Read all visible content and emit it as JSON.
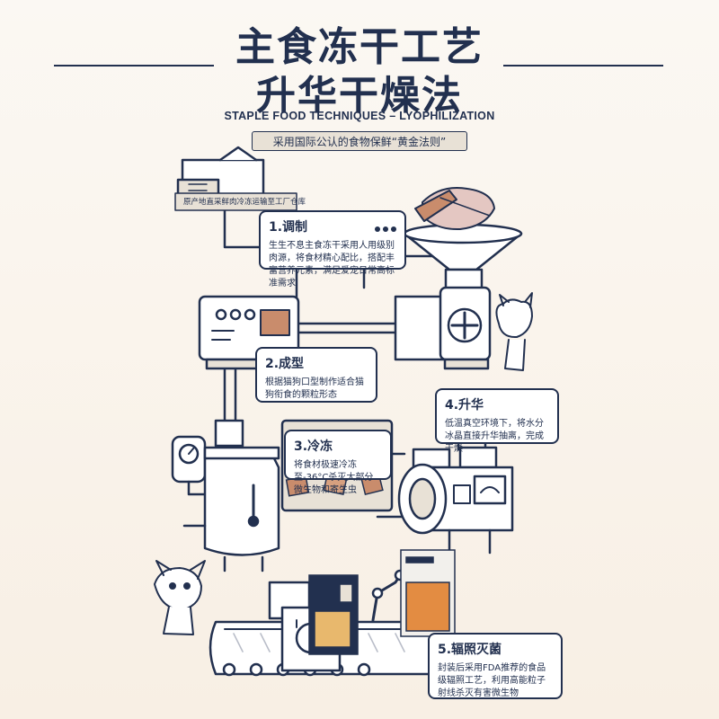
{
  "header": {
    "title_line1": "主食冻干工艺",
    "title_line2": "升华干燥法",
    "subtitle": "STAPLE FOOD TECHNIQUES – LYOPHILIZATION",
    "tagline": "采用国际公认的食物保鲜“黄金法则”"
  },
  "warehouse_label": "原产地直采鲜肉冷冻运输至工厂仓库",
  "steps": [
    {
      "title": "1.调制",
      "text": "生生不息主食冻干采用人用级别肉源，将食材精心配比，搭配丰富营养元素，满足爱宠日常高标准需求"
    },
    {
      "title": "2.成型",
      "text": "根据猫狗口型制作适合猫狗衔食的颗粒形态"
    },
    {
      "title": "3.冷冻",
      "text": "将食材极速冷冻至-36°C杀灭大部分微生物和寄生虫"
    },
    {
      "title": "4.升华",
      "text": "低温真空环境下，将水分冰晶直接升华抽离，完成干燥"
    },
    {
      "title": "5.辐照灭菌",
      "text": "封装后采用FDA推荐的食品级辐照工艺，利用高能粒子射线杀灭有害微生物"
    }
  ],
  "colors": {
    "ink": "#22304f",
    "accent": "#e8b86d",
    "meat": "#c98c6c",
    "bg": "#fbf8f3"
  }
}
